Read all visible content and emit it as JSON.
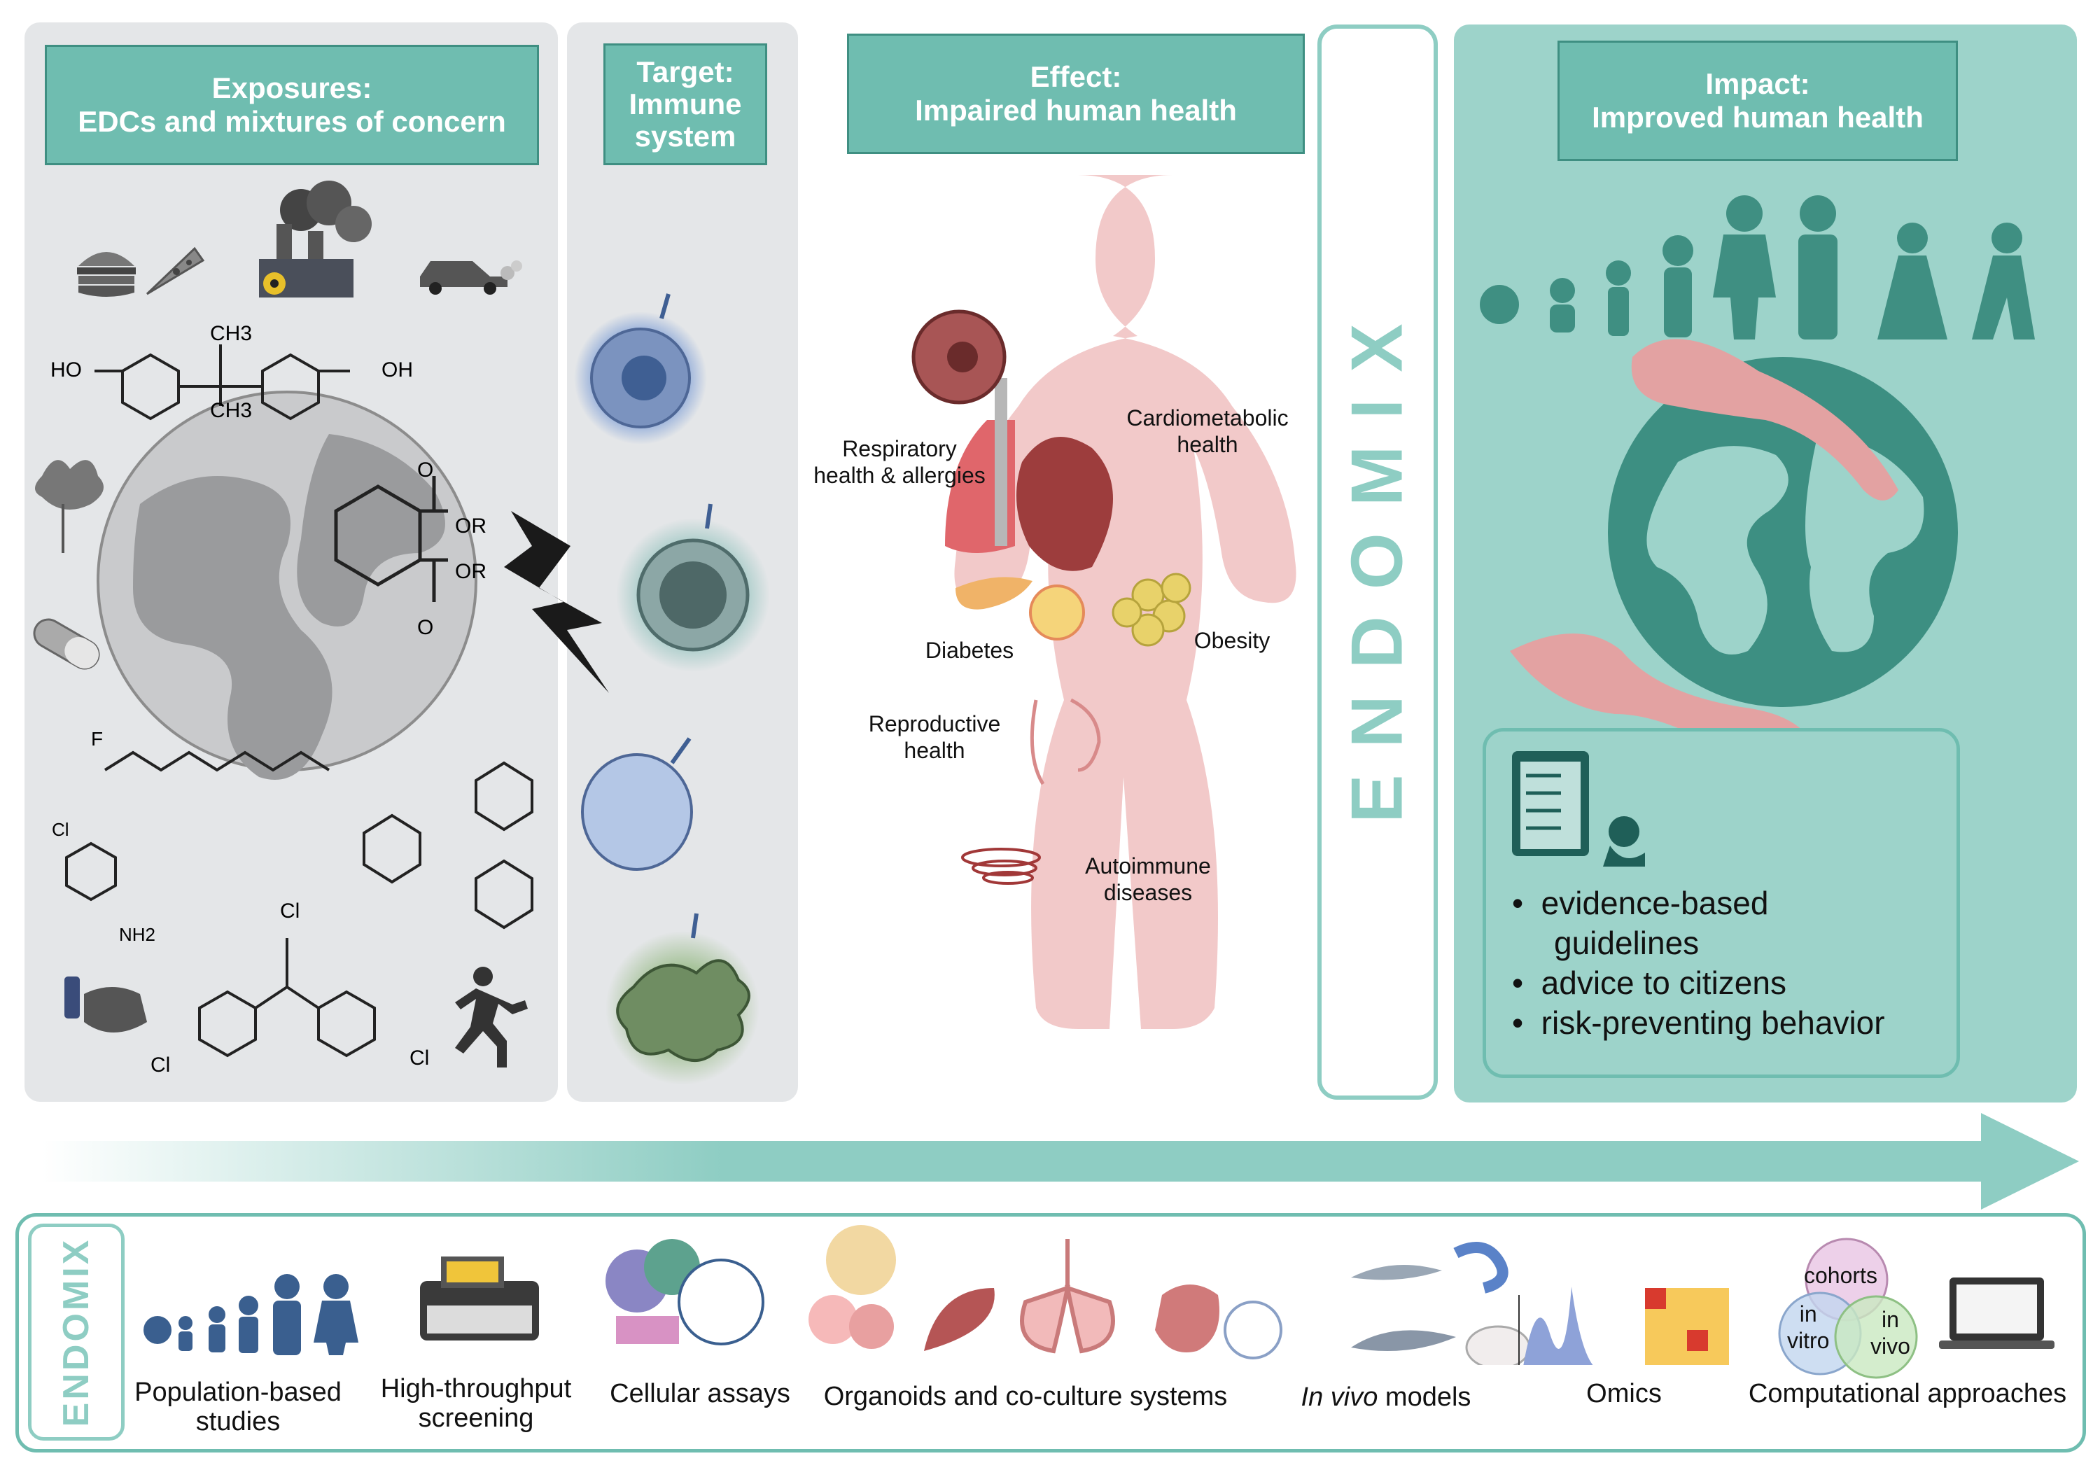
{
  "colors": {
    "teal": "#6fbdb0",
    "teal_dark": "#3f8f82",
    "teal_light": "#9dd3ca",
    "panel_grey": "#e4e6e8",
    "body_pink": "#f2c9c9",
    "arrow": "#8ecdc3"
  },
  "panels": {
    "exposures": {
      "line1": "Exposures:",
      "line2": "EDCs and mixtures of concern"
    },
    "target": {
      "line1": "Target:",
      "line2": "Immune",
      "line3": "system"
    },
    "effect": {
      "line1": "Effect:",
      "line2": "Impaired human health"
    },
    "endomix_vertical": "ENDOMIX",
    "impact": {
      "line1": "Impact:",
      "line2": "Improved human health"
    }
  },
  "chem_labels": {
    "ho": "HO",
    "oh": "OH",
    "ch3_top": "CH3",
    "ch3_bottom": "CH3",
    "or1": "OR",
    "or2": "OR",
    "o_top": "O",
    "o_bottom": "O",
    "cl": "Cl",
    "nh2": "NH2",
    "f": "F"
  },
  "effects": {
    "respiratory": [
      "Respiratory",
      "health & allergies"
    ],
    "cardiometabolic": [
      "Cardiometabolic",
      "health"
    ],
    "diabetes": "Diabetes",
    "obesity": "Obesity",
    "reproductive": [
      "Reproductive",
      "health"
    ],
    "autoimmune": [
      "Autoimmune",
      "diseases"
    ]
  },
  "impact_bullets": [
    "evidence-based",
    "guidelines",
    "advice to citizens",
    "risk-preventing behavior"
  ],
  "bottom": {
    "endomix_label": "ENDOMIX",
    "methods": [
      {
        "line1": "Population-based",
        "line2": "studies"
      },
      {
        "line1": "High-throughput",
        "line2": "screening"
      },
      {
        "line1": "Cellular assays",
        "line2": ""
      },
      {
        "line1": "Organoids and co-culture systems",
        "line2": ""
      },
      {
        "italic": "In vivo",
        "rest": " models"
      },
      {
        "line1": "Omics",
        "line2": ""
      },
      {
        "line1": "Computational approaches",
        "line2": ""
      }
    ],
    "venn": {
      "top": "cohorts",
      "left": [
        "in",
        "vitro"
      ],
      "right": [
        "in",
        "vivo"
      ]
    }
  },
  "icons": [
    "burger-icon",
    "pizza-icon",
    "factory-icon",
    "car-icon",
    "plant-icon",
    "pill-icon",
    "bottle-bag-icon",
    "runner-icon",
    "lightning-icon",
    "globe-icon",
    "hands-icon",
    "checklist-icon",
    "family-icon",
    "lab-instrument-icon",
    "zebrafish-icon",
    "mouse-icon",
    "worm-icon",
    "laptop-icon"
  ]
}
